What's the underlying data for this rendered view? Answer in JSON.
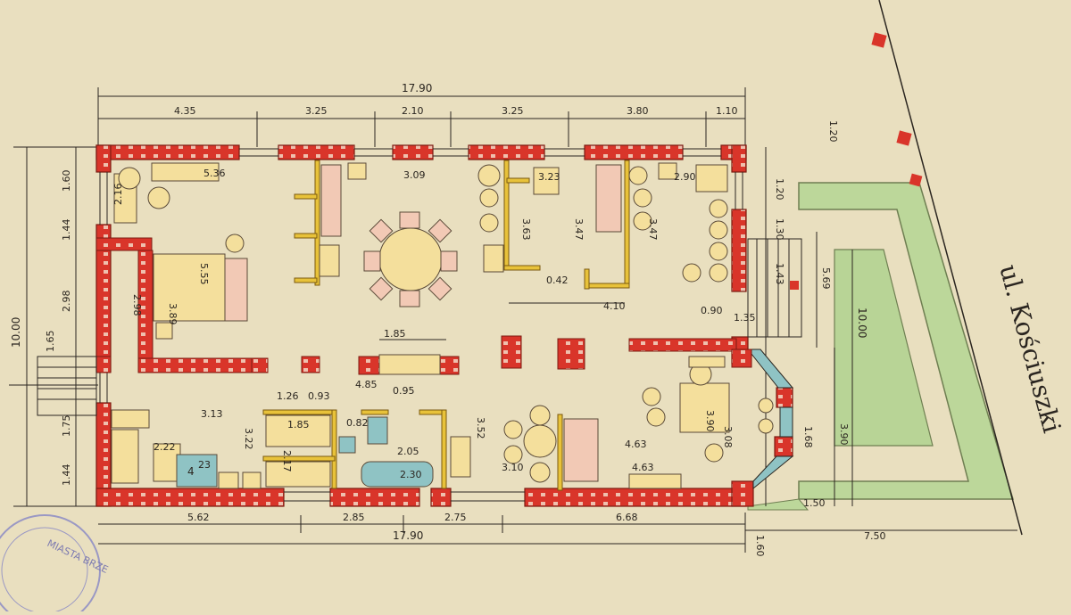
{
  "street_label": "ul. Kościuszki",
  "stamp_text": "MIASTA BRZE",
  "colors": {
    "paper": "#e9dfbf",
    "wall": "#d9352a",
    "wall_outline": "#7a1b12",
    "garden": "#bcd79a",
    "yellow_partition": "#e8c23a",
    "furniture_pink": "#f2c9b5",
    "furniture_yellow": "#f4df9c",
    "tile_blue": "#8fc3c4",
    "ink": "#2b2620"
  },
  "dimensions": {
    "overall_width_top": "17.90",
    "overall_width_bottom": "17.90",
    "overall_height": "10.00",
    "top_segments": [
      "4.35",
      "3.25",
      "2.10",
      "3.25",
      "3.80",
      "1.10"
    ],
    "bottom_segments": [
      "5.62",
      "2.85",
      "2.75",
      "6.68"
    ],
    "left_segments": [
      "1.60",
      "1.44",
      "2.98",
      "1.65",
      "1.75",
      "1.44"
    ],
    "right_segments": [
      "1.20",
      "1.30",
      "1.43",
      "5.69",
      "1.68",
      "3.90"
    ],
    "rooms": {
      "room_top_left": "5.36",
      "room_top_left_inner": "2.16",
      "bedroom": "5.55",
      "bedroom_width": "3.89",
      "bedroom_side": "2.98",
      "dining": "3.09",
      "room_mid_1": "3.23",
      "room_mid_2": "3.63",
      "room_mid_3": "3.47",
      "room_right_top": "2.90",
      "room_right_side": "3.47",
      "corridor": "1.85",
      "corridor_left": "4.85",
      "corridor_right": "0.95",
      "corridor_width": "4.10",
      "small_1": "0.42",
      "small_2": "0.90",
      "small_3": "1.35",
      "kitchen": "3.13",
      "kitchen_side": "2.22",
      "kitchen_room_num": "4",
      "kitchen_room_area": "23",
      "bath_1": "1.85",
      "bath_2": "2.17",
      "bath_3": "2.05",
      "bath_tub": "2.30",
      "bath_small": "0.82",
      "bath_side": "3.22",
      "living_bottom": "4.63",
      "living_bottom_2": "4.63",
      "living_side": "3.90",
      "living_side_2": "3.08",
      "round_table": "3.10",
      "hall": "3.52",
      "hall_small": "1.26",
      "hall_small_2": "0.93"
    },
    "garden_width": "10.00",
    "plot_depth": "7.50",
    "right_margin_small": "1.20",
    "corner_small": "1.50",
    "setback": "1.60"
  }
}
